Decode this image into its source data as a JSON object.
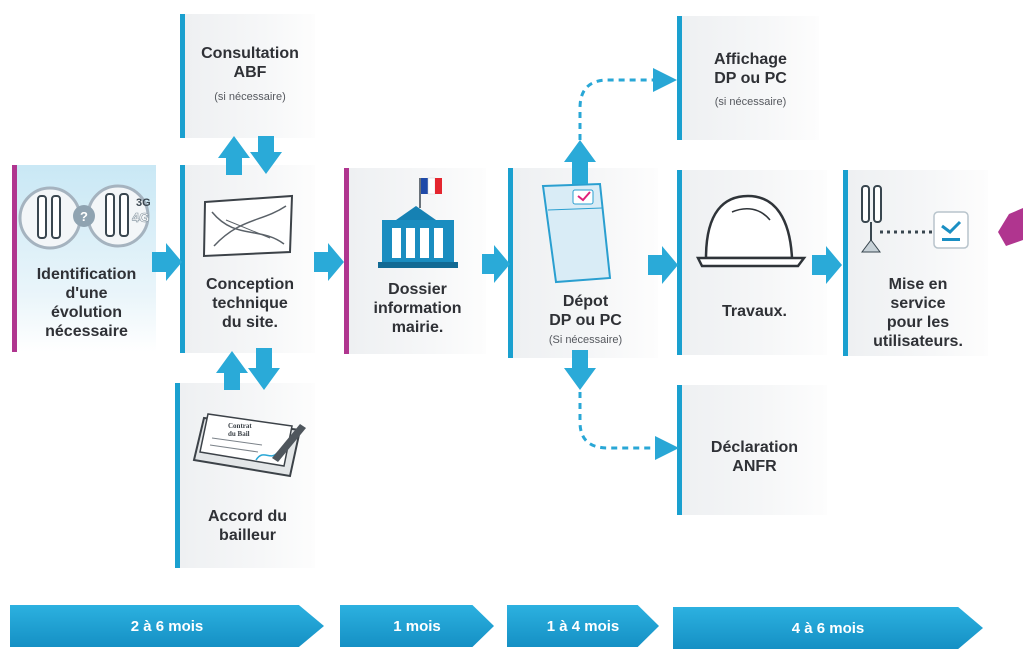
{
  "steps": {
    "identification": {
      "label": "Identification\nd'une\névolution\nnécessaire",
      "badge_3g": "3G",
      "badge_4g": "4G",
      "badge_q": "?"
    },
    "conception": {
      "label": "Conception\ntechnique\ndu site."
    },
    "consultation": {
      "label": "Consultation\nABF",
      "note": "(si nécessaire)"
    },
    "accord": {
      "label": "Accord du\nbailleur",
      "doc_title": "Contrat\ndu Bail"
    },
    "dossier": {
      "label": "Dossier\ninformation\nmairie."
    },
    "depot": {
      "label": "Dépot\nDP ou PC",
      "note": "(Si nécessaire)"
    },
    "affichage": {
      "label": "Affichage\nDP ou PC",
      "note": "(si nécessaire)"
    },
    "travaux": {
      "label": "Travaux."
    },
    "declaration": {
      "label": "Déclaration\nANFR"
    },
    "mise_en_service": {
      "label": "Mise en\nservice\npour les\nutilisateurs."
    }
  },
  "timeline": [
    {
      "label": "2 à 6 mois"
    },
    {
      "label": "1 mois"
    },
    {
      "label": "1 à 4 mois"
    },
    {
      "label": "4 à 6 mois"
    }
  ],
  "colors": {
    "accent": "#1aa0cf",
    "accent_purple": "#b0358f",
    "text": "#2f3136",
    "arrow": "#2aaad8",
    "dashed": "#29a7d6"
  }
}
